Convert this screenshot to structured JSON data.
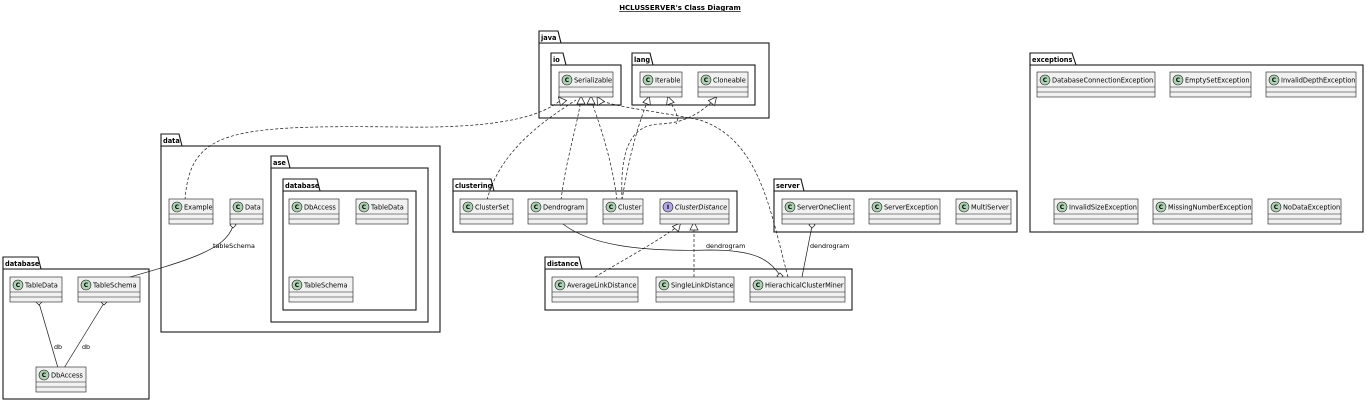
{
  "title": "HCLUSSERVER's Class Diagram",
  "packages": {
    "java": "java",
    "io": "io",
    "lang": "lang",
    "data": "data",
    "ase": "ase",
    "ase_database": "database",
    "clustering": "clustering",
    "server": "server",
    "distance": "distance",
    "exceptions": "exceptions",
    "database": "database"
  },
  "classes": {
    "serializable": "Serializable",
    "iterable": "Iterable",
    "cloneable": "Cloneable",
    "example": "Example",
    "data": "Data",
    "ase_dbaccess": "DbAccess",
    "ase_tabledata": "TableData",
    "ase_tableschema": "TableSchema",
    "clusterset": "ClusterSet",
    "dendrogram": "Dendrogram",
    "cluster": "Cluster",
    "clusterdistance": "ClusterDistance",
    "serveroneclient": "ServerOneClient",
    "serverexception": "ServerException",
    "multiserver": "MultiServer",
    "averagelinkdistance": "AverageLinkDistance",
    "singlelinkdistance": "SingleLinkDistance",
    "hierachicalclusterminer": "HierachicalClusterMiner",
    "databaseconnectionexception": "DatabaseConnectionException",
    "emptysetexception": "EmptySetException",
    "invaliddepthexception": "InvalidDepthException",
    "invalidsizeexception": "InvalidSizeException",
    "missingnumberexception": "MissingNumberException",
    "nodataexception": "NoDataException",
    "db_tabledata": "TableData",
    "db_tableschema": "TableSchema",
    "db_dbaccess": "DbAccess"
  },
  "stereotype_letters": {
    "class": "C",
    "interface": "I"
  },
  "relation_labels": {
    "tableschema": "tableSchema",
    "db_left": "db",
    "db_right": "db",
    "dendrogram_left": "dendrogram",
    "dendrogram_right": "dendrogram"
  }
}
